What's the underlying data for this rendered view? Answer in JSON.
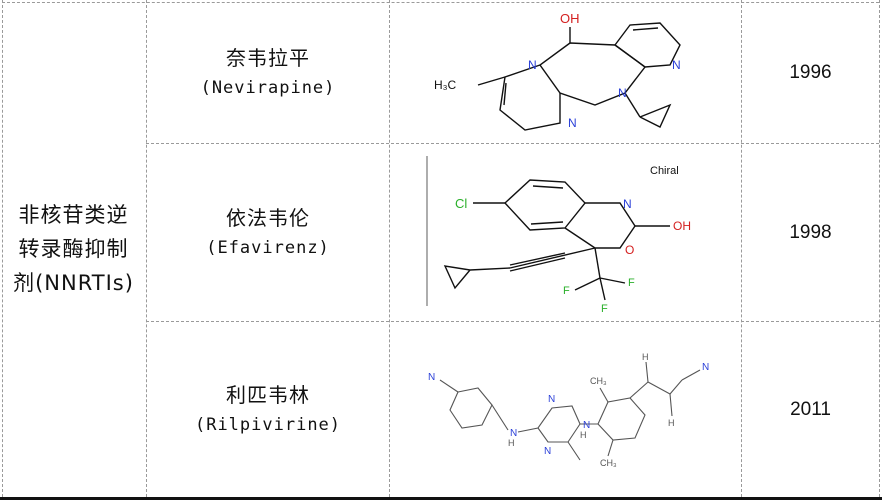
{
  "category": {
    "line1": "非核苷类逆",
    "line2": "转录酶抑制",
    "line3": "剂(NNRTIs)"
  },
  "rows": [
    {
      "name_cn": "奈韦拉平",
      "name_en": "(Nevirapine)",
      "year": "1996",
      "structure_labels": {
        "oh": "OH",
        "n1": "N",
        "n2": "N",
        "n3": "N",
        "n4": "N",
        "methyl": "H₃C"
      }
    },
    {
      "name_cn": "依法韦伦",
      "name_en": "(Efavirenz)",
      "year": "1998",
      "structure_labels": {
        "chiral": "Chiral",
        "cl": "Cl",
        "n": "N",
        "o": "O",
        "oh": "OH",
        "f1": "F",
        "f2": "F",
        "f3": "F"
      }
    },
    {
      "name_cn": "利匹韦林",
      "name_en": "(Rilpivirine)",
      "year": "2011",
      "structure_labels": {
        "nitrile_n": "N",
        "nh1": "H",
        "nh1n": "N",
        "pyr_n1": "N",
        "pyr_n2": "N",
        "nh2": "H",
        "nh2n": "N",
        "ch3a": "CH₃",
        "ch3b": "CH₃",
        "h1": "H",
        "h2": "H",
        "nitrile2_n": "N"
      }
    }
  ],
  "colors": {
    "chlorine": "#2bb02b",
    "fluorine": "#2bb02b",
    "heteroatom": "#2a3fd8",
    "oxygen": "#d42020",
    "bond": "#111111"
  }
}
